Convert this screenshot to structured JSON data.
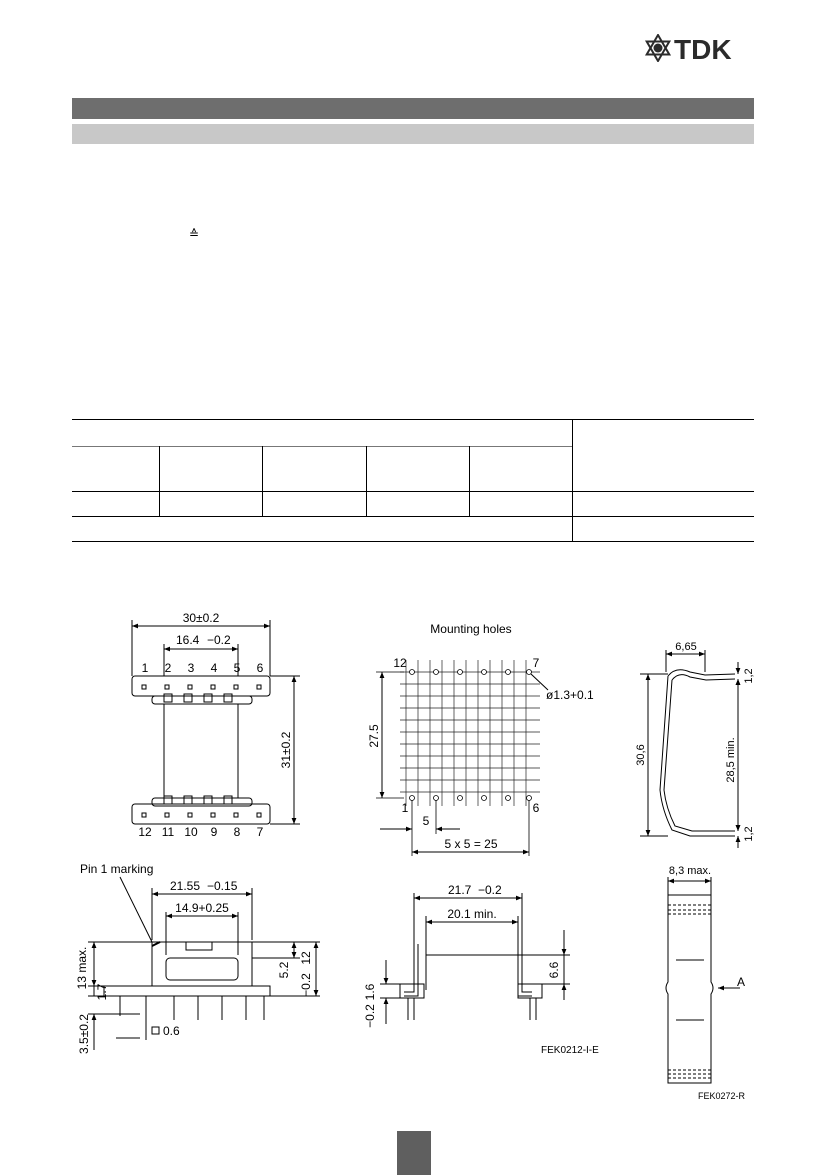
{
  "header": {
    "brand": "TDK",
    "corresponds_symbol": "≙"
  },
  "drawings": {
    "top_view": {
      "width_dim": "30±0.2",
      "inner_dim": "16.4",
      "inner_tol": "−0.2",
      "height_dim": "31±0.2",
      "pins_top": [
        "1",
        "2",
        "3",
        "4",
        "5",
        "6"
      ],
      "pins_bottom": [
        "12",
        "11",
        "10",
        "9",
        "8",
        "7"
      ]
    },
    "mounting_holes": {
      "title": "Mounting holes",
      "pin_top_left": "12",
      "pin_top_right": "7",
      "pin_bottom_left": "1",
      "pin_bottom_right": "6",
      "hole_dim": "ø1.3+0.1",
      "height_dim": "27.5",
      "pitch_dim": "5",
      "span_dim": "5 x 5 = 25"
    },
    "clip_side": {
      "width_dim": "6,65",
      "top_gap": "1,2",
      "bottom_gap": "1,2",
      "height_dim": "30,6",
      "inner_dim": "28,5 min."
    },
    "front_view": {
      "pin1_label": "Pin 1 marking",
      "width_outer": "21.55",
      "width_outer_tol": "−0.15",
      "width_inner": "14.9+0.25",
      "height_max": "13 max.",
      "dim_5_2": "5.2",
      "dim_12": "12",
      "dim_12_tol": "−0.2",
      "dim_1_7": "1.7",
      "dim_3_5": "3.5±0.2",
      "pin_square": "0.6"
    },
    "side_view": {
      "width_outer": "21.7",
      "width_outer_tol": "−0.2",
      "width_inner": "20.1 min.",
      "height_dim": "6.6",
      "base_dim": "1.6",
      "base_tol": "−0.2",
      "ref_code": "FEK0212-I-E"
    },
    "clip_front": {
      "width_dim": "8,3 max.",
      "arrow_label": "A",
      "ref_code": "FEK0272-R"
    }
  }
}
